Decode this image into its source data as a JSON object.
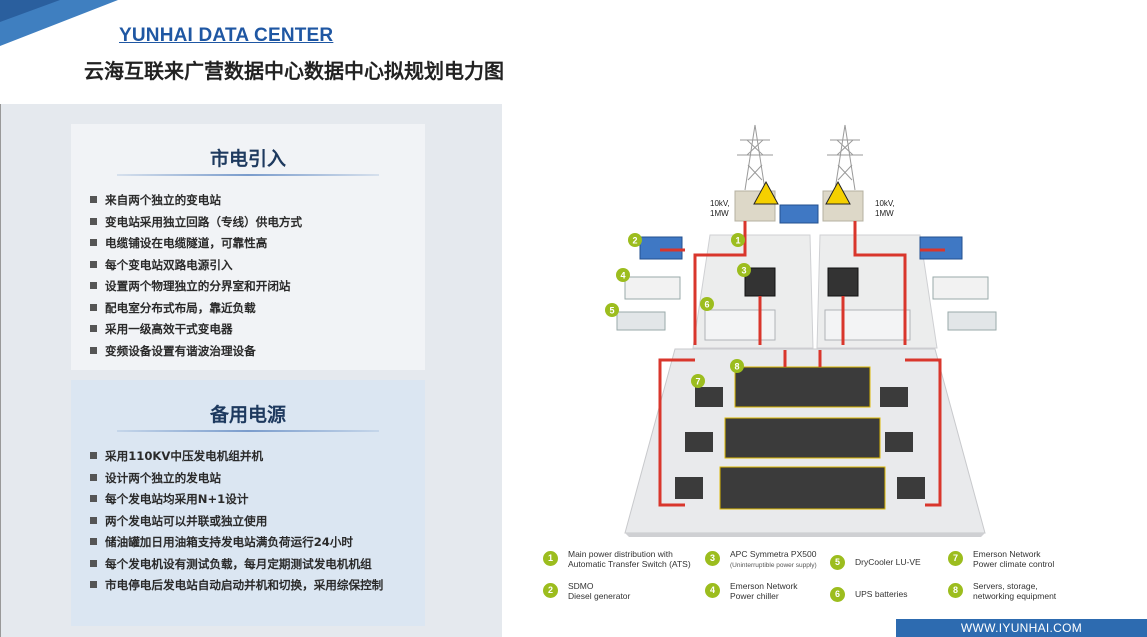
{
  "header": {
    "brand": "YUNHAI DATA CENTER",
    "title": "云海互联来广营数据中心数据中心拟规划电力图"
  },
  "panels": [
    {
      "heading": "市电引入",
      "items": [
        "来自两个独立的变电站",
        "变电站采用独立回路（专线）供电方式",
        "电缆铺设在电缆隧道，可靠性高",
        "每个变电站双路电源引入",
        "设置两个物理独立的分界室和开闭站",
        "配电室分布式布局，靠近负载",
        "采用一级高效干式变电器",
        "变频设备设置有谐波治理设备"
      ]
    },
    {
      "heading": "备用电源",
      "items": [
        "采用110KV中压发电机组并机",
        "设计两个独立的发电站",
        "每个发电站均采用N+1设计",
        "两个发电站可以并联或独立使用",
        "储油罐加日用油箱支持发电站满负荷运行24小时",
        "每个发电机设有测试负载，每月定期测试发电机机组",
        "市电停电后发电站自动启动并机和切换，采用综保控制"
      ]
    }
  ],
  "diagram": {
    "left_supply": [
      "10kV,",
      "1MW"
    ],
    "right_supply": [
      "10kV,",
      "1MW"
    ],
    "markers": [
      "1",
      "2",
      "3",
      "4",
      "5",
      "6",
      "7",
      "8"
    ]
  },
  "legend": [
    {
      "num": "1",
      "line1": "Main power distribution with",
      "line2": "Automatic Transfer Switch (ATS)",
      "sub": false
    },
    {
      "num": "2",
      "line1": "SDMO",
      "line2": "Diesel generator",
      "sub": false
    },
    {
      "num": "3",
      "line1": "APC Symmetra PX500",
      "line2": "(Uninterruptible power supply)",
      "sub": true
    },
    {
      "num": "4",
      "line1": "Emerson Network",
      "line2": "Power chiller",
      "sub": false
    },
    {
      "num": "5",
      "line1": "DryCooler LU-VE",
      "line2": "",
      "sub": false
    },
    {
      "num": "6",
      "line1": "UPS batteries",
      "line2": "",
      "sub": false
    },
    {
      "num": "7",
      "line1": "Emerson Network",
      "line2": "Power climate control",
      "sub": false
    },
    {
      "num": "8",
      "line1": "Servers, storage,",
      "line2": "networking equipment",
      "sub": false
    }
  ],
  "colors": {
    "brand_blue": "#1f57a3",
    "accent_green": "#9cbd1e",
    "cable_red": "#d9362c",
    "footer_blue": "#2d6bb0"
  },
  "footer": {
    "url": "WWW.IYUNHAI.COM"
  }
}
